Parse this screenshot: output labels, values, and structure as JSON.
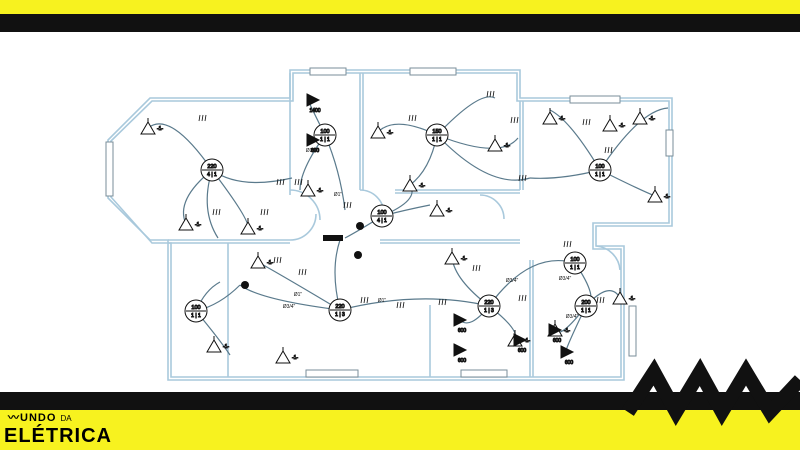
{
  "brand": {
    "line1_a": "UNDO",
    "line1_b": "DA",
    "line2": "ELÉTRICA"
  },
  "colors": {
    "accent": "#f7f21f",
    "band": "#111111",
    "wall": "#a9c9dc",
    "wire": "#5a7a8c",
    "ink": "#111111"
  },
  "circuits": [
    {
      "id": "c1",
      "power": "220",
      "circuit": "4 | 1"
    },
    {
      "id": "c2",
      "power": "100",
      "circuit": "1 | 1"
    },
    {
      "id": "c3",
      "power": "150",
      "circuit": "1 | 1"
    },
    {
      "id": "c4",
      "power": "100",
      "circuit": "1 | 1"
    },
    {
      "id": "c5",
      "power": "100",
      "circuit": "4 | 1"
    },
    {
      "id": "c6",
      "power": "220",
      "circuit": "1 | 3"
    },
    {
      "id": "c7",
      "power": "100",
      "circuit": "1 | 1"
    },
    {
      "id": "c8",
      "power": "220",
      "circuit": "1 | 3"
    },
    {
      "id": "c9",
      "power": "100",
      "circuit": "1 | 1"
    },
    {
      "id": "c10",
      "power": "200",
      "circuit": "1 | 1"
    }
  ],
  "sockets": [
    {
      "id": "s1",
      "label": "-1-"
    },
    {
      "id": "s2",
      "label": "-1-"
    },
    {
      "id": "s3",
      "label": "-1-"
    },
    {
      "id": "s4",
      "label": "-1-"
    },
    {
      "id": "s5",
      "label": "-1-"
    },
    {
      "id": "s6",
      "label": "-1-"
    },
    {
      "id": "s7",
      "label": "-1-"
    },
    {
      "id": "s8",
      "label": "-1-"
    },
    {
      "id": "s9",
      "label": "-1-"
    },
    {
      "id": "s10",
      "label": "-1-"
    },
    {
      "id": "s11",
      "label": "-1-"
    },
    {
      "id": "s12",
      "label": "-1-"
    },
    {
      "id": "s13",
      "label": "-1-"
    },
    {
      "id": "s14",
      "label": "-1-"
    },
    {
      "id": "s15",
      "label": "-1-"
    },
    {
      "id": "s16",
      "label": "-1-"
    },
    {
      "id": "s17",
      "label": "-1-"
    },
    {
      "id": "s18",
      "label": "-1-"
    },
    {
      "id": "s19",
      "label": "-1-"
    }
  ],
  "loads": [
    {
      "id": "l1",
      "label": "600"
    },
    {
      "id": "l2",
      "label": "1400"
    },
    {
      "id": "l3",
      "label": "600"
    },
    {
      "id": "l4",
      "label": "600"
    },
    {
      "id": "l5",
      "label": "600"
    },
    {
      "id": "l6",
      "label": "600"
    },
    {
      "id": "l7",
      "label": "600"
    }
  ],
  "conduits": [
    {
      "id": "d1",
      "label": "Ø1\""
    },
    {
      "id": "d2",
      "label": "Ø3/4\""
    },
    {
      "id": "d3",
      "label": "Ø1\""
    },
    {
      "id": "d4",
      "label": "Ø3/4\""
    },
    {
      "id": "d5",
      "label": "Ø3/4\""
    },
    {
      "id": "d6",
      "label": "Ø1\""
    },
    {
      "id": "d7",
      "label": "Ø3/4\""
    },
    {
      "id": "d8",
      "label": "Ø3/4\""
    }
  ]
}
